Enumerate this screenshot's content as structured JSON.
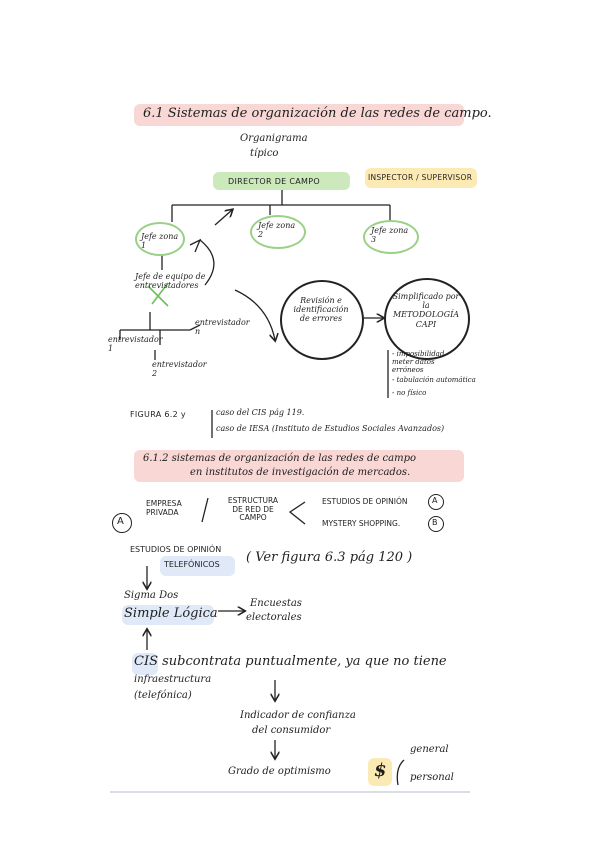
{
  "colors": {
    "pink": "#f6c9c6",
    "green": "#b9e2a4",
    "yellow": "#fbe39c",
    "blue": "#d4e2f6",
    "ink": "#1f1f1f"
  },
  "section1": {
    "title": "6.1  Sistemas de organización de las redes de campo.",
    "chart_caption_line1": "Organigrama",
    "chart_caption_line2": "típico",
    "director": "DIRECTOR DE CAMPO",
    "inspector": "INSPECTOR / SUPERVISOR",
    "jefe_zona_1": "Jefe zona 1",
    "jefe_zona_2": "Jefe zona 2",
    "jefe_zona_3": "Jefe zona 3",
    "jefe_equipo": "Jefe de equipo de entrevistadores",
    "entrevistador_1": "entrevistador 1",
    "entrevistador_2": "entrevistador 2",
    "entrevistador_n": "entrevistador n",
    "revision": "Revisión e identificación de errores",
    "simplificado": "Simplificado por la METODOLOGÍA CAPI",
    "bullet_1": "- imposibilidad meter datos erróneos",
    "bullet_2": "- tabulación automática",
    "bullet_3": "- no físico",
    "figura_label": "FIGURA 6.2 y",
    "figura_ref1": "caso del CIS pág 119.",
    "figura_ref2": "caso de IESA (Instituto de Estudios Sociales Avanzados)"
  },
  "section2": {
    "title_line1": "6.1.2  sistemas de organización de las redes de campo",
    "title_line2": "en institutos de investigación de mercados.",
    "circle_a": "A",
    "empresa": "EMPRESA PRIVADA",
    "estructura": "ESTRUCTURA DE RED DE CAMPO",
    "estudios_opinion": "ESTUDIOS DE OPINIÓN",
    "mystery": "MYSTERY SHOPPING.",
    "badge_a": "A",
    "badge_b": "B",
    "telefonicos_line1": "ESTUDIOS DE OPINIÓN",
    "telefonicos_line2": "TELEFÓNICOS",
    "ver_figura": "( Ver figura 6.3 pág 120 )",
    "sigma_line1": "Sigma Dos",
    "sigma_line2": "Simple Lógica",
    "encuestas_line1": "Encuestas",
    "encuestas_line2": "electorales",
    "cis_line1": "CIS subcontrata puntualmente, ya que no tiene",
    "cis_line2": "infraestructura",
    "cis_line3": "(telefónica)",
    "indicador_line1": "Indicador de confianza",
    "indicador_line2": "del consumidor",
    "grado": "Grado de optimismo",
    "dollar": "$",
    "general": "general",
    "personal": "personal"
  }
}
